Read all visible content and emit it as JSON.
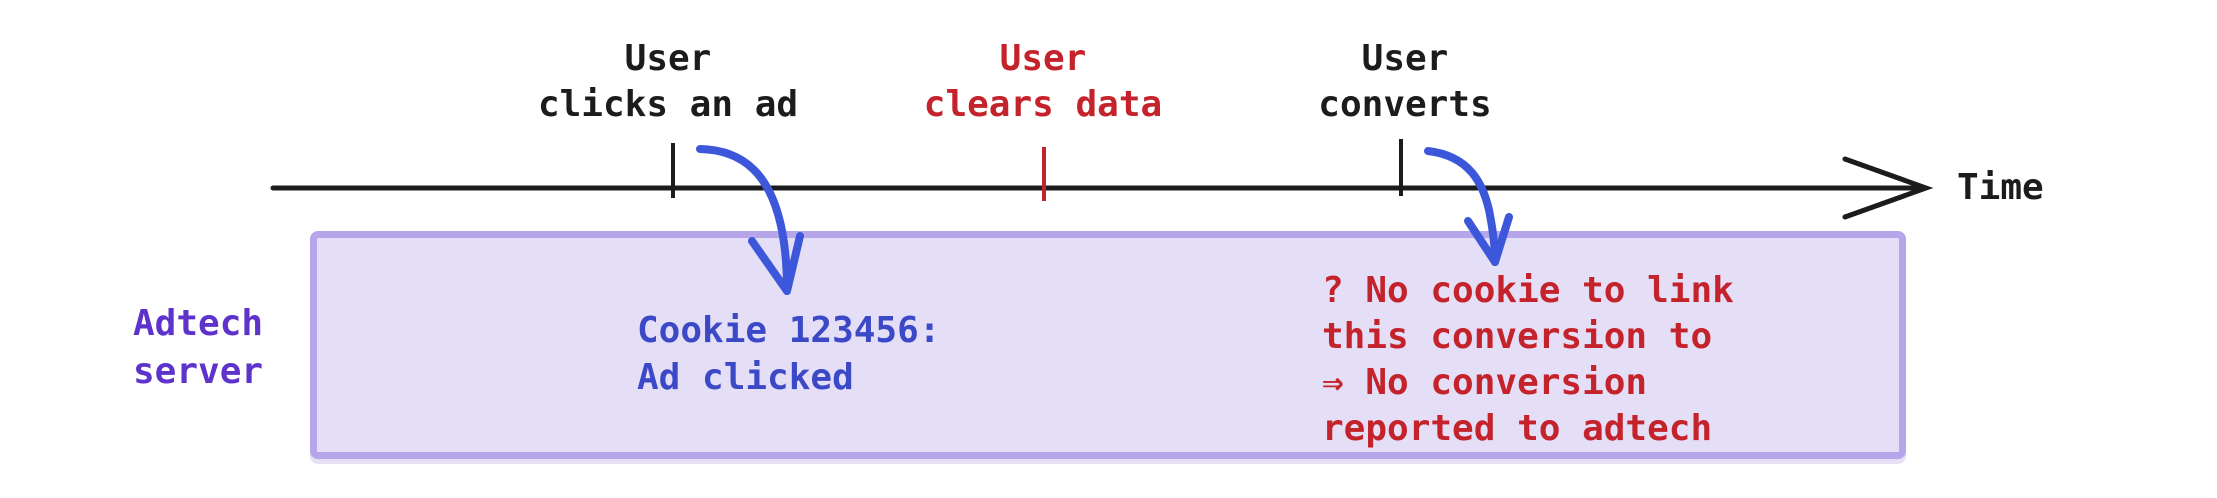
{
  "timeline": {
    "axis_label": "Time",
    "events": [
      {
        "lines": [
          "User",
          "clicks an ad"
        ],
        "emphasis": "normal"
      },
      {
        "lines": [
          "User",
          "clears data"
        ],
        "emphasis": "warning"
      },
      {
        "lines": [
          "User",
          "converts"
        ],
        "emphasis": "normal"
      }
    ]
  },
  "server_lane": {
    "label_lines": [
      "Adtech",
      "server"
    ]
  },
  "notes": {
    "cookie": {
      "lines": [
        "Cookie 123456:",
        "Ad clicked"
      ]
    },
    "no_cookie": {
      "lines": [
        "? No cookie to link",
        "this conversion to",
        "⇒ No conversion",
        "reported to adtech"
      ]
    }
  },
  "colors": {
    "timeline_axis": "#1c1c1c",
    "event_default_text": "#1c1c1c",
    "event_warning_text": "#c5232b",
    "server_label_text": "#5d33cb",
    "server_box_fill": "#e4def7",
    "server_box_border": "#b6a5e9",
    "cookie_note_text": "#3c49c6",
    "no_cookie_note_text": "#c5232b",
    "flow_arrow": "#3c57da"
  }
}
